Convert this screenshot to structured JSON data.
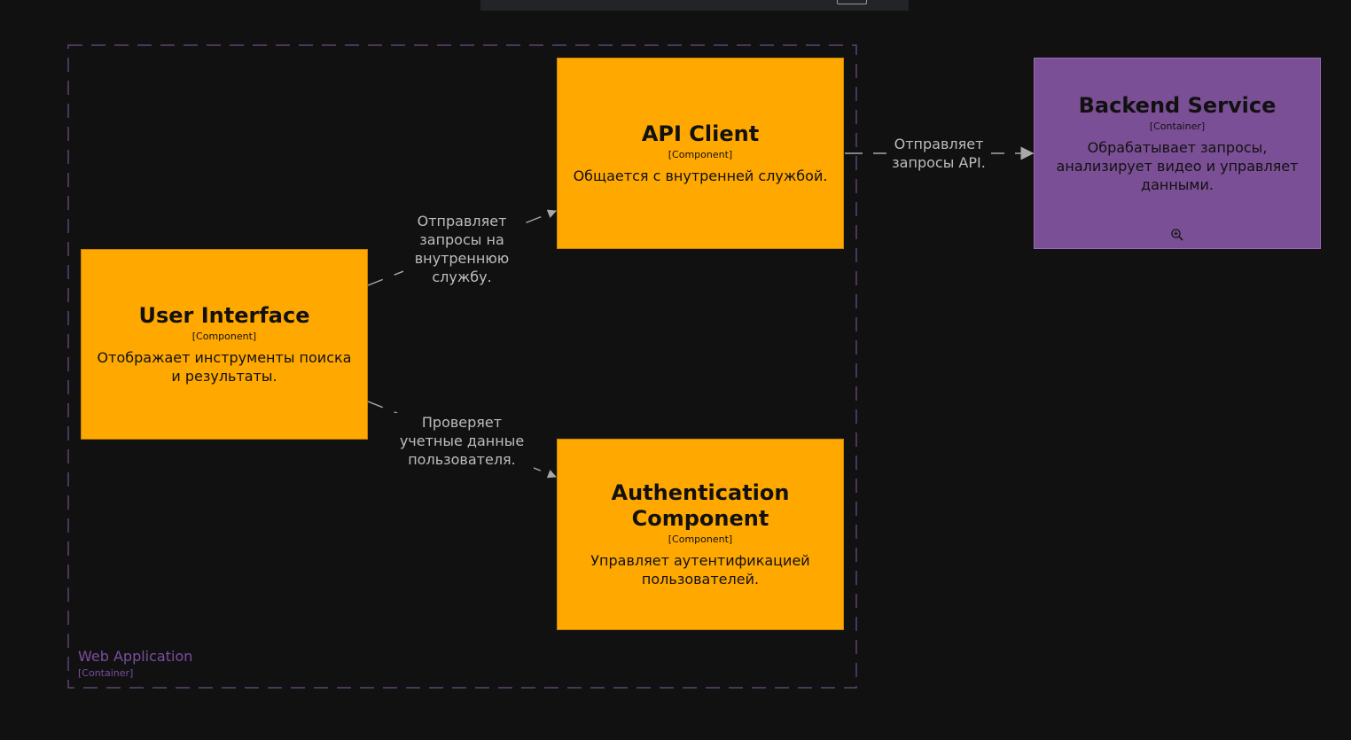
{
  "boundary": {
    "name": "Web Application",
    "technology": "[Container]",
    "color": "#7a4f9e"
  },
  "nodes": {
    "user_interface": {
      "title": "User Interface",
      "technology": "[Component]",
      "description": "Отображает инструменты поиска и результаты."
    },
    "api_client": {
      "title": "API Client",
      "technology": "[Component]",
      "description": "Общается с внутренней службой."
    },
    "auth_component": {
      "title": "Authentication Component",
      "technology": "[Component]",
      "description": "Управляет аутентификацией пользователей."
    },
    "backend_service": {
      "title": "Backend Service",
      "technology": "[Container]",
      "description": "Обрабатывает запросы, анализирует видео и управляет данными.",
      "icon": "zoom-in-icon"
    }
  },
  "edges": {
    "ui_to_api": "Отправляет\nзапросы на\nвнутреннюю\nслужбу.",
    "ui_to_auth": "Проверяет\nучетные данные\nпользователя.",
    "api_to_backend": "Отправляет\nзапросы API."
  },
  "colors": {
    "background": "#111112",
    "component": "#ffa800",
    "container": "#7b4f95",
    "edge": "#a8a8a8"
  }
}
